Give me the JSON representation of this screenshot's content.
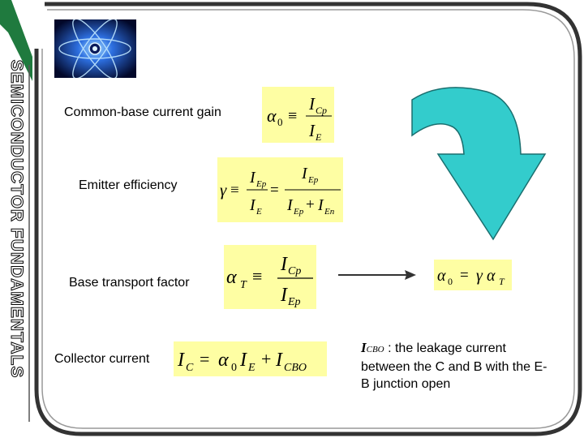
{
  "sidebar": {
    "title": "SEMICONDUCTOR FUNDAMENTALS"
  },
  "rows": [
    {
      "label": "Common-base current gain"
    },
    {
      "label": "Emitter efficiency"
    },
    {
      "label": "Base transport factor"
    },
    {
      "label": "Collector current"
    }
  ],
  "equations": {
    "gain": {
      "lhs": "α",
      "lhs_sub": "0",
      "equiv": "≡",
      "num": "I",
      "num_sub": "Cp",
      "den": "I",
      "den_sub": "E"
    },
    "efficiency": {
      "lhs": "γ",
      "equiv": "≡",
      "num1": "I",
      "num1_sub": "Ep",
      "den1": "I",
      "den1_sub": "E",
      "eq": "=",
      "num2": "I",
      "num2_sub": "Ep",
      "den2a": "I",
      "den2a_sub": "Ep",
      "plus": "+",
      "den2b": "I",
      "den2b_sub": "En"
    },
    "transport": {
      "lhs": "α",
      "lhs_sub": "T",
      "equiv": "≡",
      "num": "I",
      "num_sub": "Cp",
      "den": "I",
      "den_sub": "Ep"
    },
    "collector": {
      "lhs": "I",
      "lhs_sub": "C",
      "eq": "=",
      "alpha": "α",
      "alpha_sub": "0",
      "ie": "I",
      "ie_sub": "E",
      "plus": "+",
      "icbo": "I",
      "icbo_sub": "CBO"
    },
    "result": {
      "lhs": "α",
      "lhs_sub": "0",
      "eq": "=",
      "gamma": "γ",
      "alpha": "α",
      "alpha_sub": "T"
    }
  },
  "note": {
    "symbol": "I",
    "symbol_sub": "CBO",
    "text": ": the leakage current between the C and B with the E-B junction open"
  },
  "colors": {
    "accent_arrow": "#33cccc",
    "equation_bg": "#fefea3",
    "frame": "#333333",
    "side_strip": "#1f7a3e"
  },
  "icons": {
    "logo": "atom-icon",
    "curved_arrow": "curved-down-arrow-icon",
    "right_arrow": "right-arrow-icon"
  }
}
